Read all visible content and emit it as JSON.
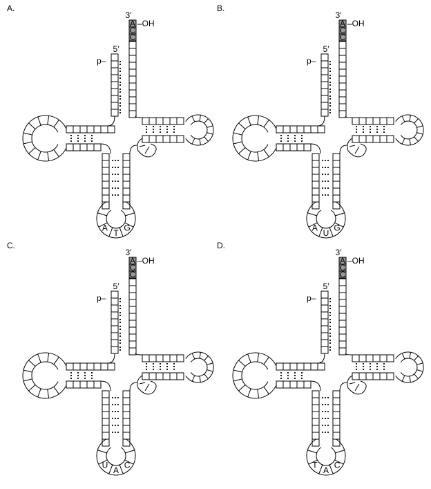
{
  "options": [
    {
      "label": "A.",
      "anticodon": [
        "A",
        "T",
        "G"
      ]
    },
    {
      "label": "B.",
      "anticodon": [
        "A",
        "U",
        "G"
      ]
    },
    {
      "label": "C.",
      "anticodon": [
        "U",
        "A",
        "C"
      ]
    },
    {
      "label": "D.",
      "anticodon": [
        "T",
        "A",
        "C"
      ]
    }
  ],
  "trna": {
    "three_prime": "3′",
    "five_prime": "5′",
    "hydroxyl": "–OH",
    "phosphate": "p–",
    "acceptor_end": [
      "A",
      "C",
      "C"
    ]
  }
}
